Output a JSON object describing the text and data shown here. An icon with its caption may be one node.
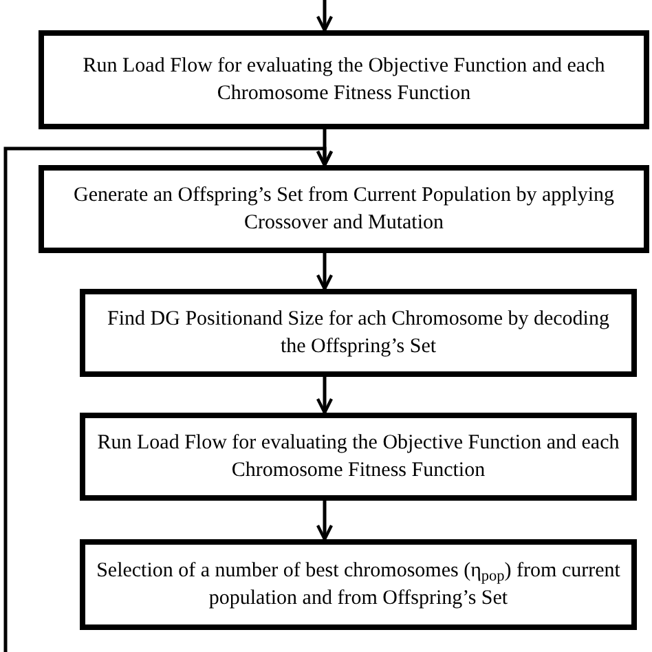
{
  "diagram": {
    "nodes": [
      {
        "text": [
          "Run Load Flow for evaluating the Objective Function and each Chromosome Fitness Function"
        ]
      },
      {
        "text": [
          "Generate an Offspring’s Set from Current Population by applying Crossover and Mutation"
        ]
      },
      {
        "text": [
          "Find DG Positionand Size for ach Chromosome by decoding the Offspring’s Set"
        ]
      },
      {
        "text": [
          "Run Load Flow for evaluating the Objective Function and each Chromosome Fitness Function"
        ]
      },
      {
        "text": [
          "Selection of a number of best chromosomes (η$_{pop}$) from current population and from Offspring’s Set"
        ]
      }
    ],
    "edges": [
      {
        "from": null,
        "to": 0,
        "arrow": "to"
      },
      {
        "from": 0,
        "to": 1,
        "arrow": "to"
      },
      {
        "from": null,
        "to": 1,
        "arrow": "to"
      },
      {
        "from": 1,
        "to": 2,
        "arrow": "to"
      },
      {
        "from": 2,
        "to": 3,
        "arrow": "to"
      },
      {
        "from": 3,
        "to": 4,
        "arrow": "to"
      }
    ]
  }
}
